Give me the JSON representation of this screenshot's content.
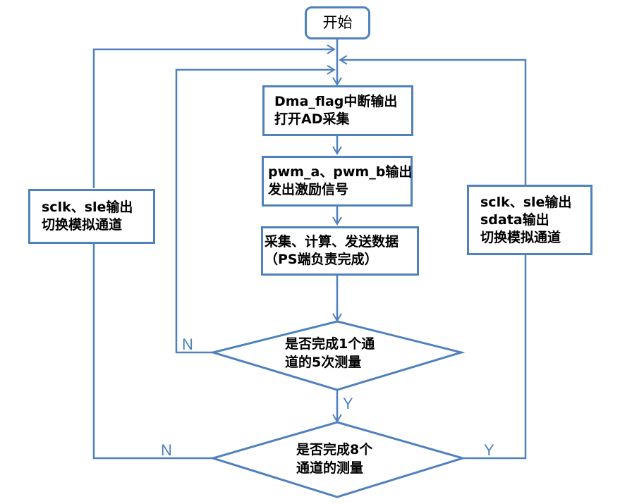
{
  "diagram": {
    "type": "flowchart",
    "line_color": "#4f81bd",
    "nodes": {
      "start": {
        "kind": "terminal",
        "text": "开始"
      },
      "dma": {
        "kind": "process",
        "lines": [
          "Dma_flag中断输出",
          "打开AD采集"
        ]
      },
      "pwm": {
        "kind": "process",
        "lines": [
          "pwm_a、pwm_b输出",
          "发出激励信号"
        ]
      },
      "collect": {
        "kind": "process",
        "lines": [
          "采集、计算、发送数据",
          "（PS端负责完成）"
        ]
      },
      "decision1": {
        "kind": "decision",
        "lines": [
          "是否完成1个通",
          "道的5次测量"
        ]
      },
      "decision2": {
        "kind": "decision",
        "lines": [
          "是否完成8个",
          "通道的测量"
        ]
      },
      "left_switch": {
        "kind": "process",
        "lines": [
          "sclk、sle输出",
          "切换模拟通道"
        ]
      },
      "right_switch": {
        "kind": "process",
        "lines": [
          "sclk、sle输出",
          "sdata输出",
          "切换模拟通道"
        ]
      }
    },
    "edge_labels": {
      "d1_no": "N",
      "d1_yes": "Y",
      "d2_no": "N",
      "d2_yes": "Y"
    },
    "edges": [
      {
        "from": "start",
        "to": "dma"
      },
      {
        "from": "dma",
        "to": "pwm"
      },
      {
        "from": "pwm",
        "to": "collect"
      },
      {
        "from": "collect",
        "to": "decision1"
      },
      {
        "from": "decision1",
        "to": "dma",
        "label": "N"
      },
      {
        "from": "decision1",
        "to": "decision2",
        "label": "Y"
      },
      {
        "from": "decision2",
        "to": "left_switch",
        "label": "N"
      },
      {
        "from": "left_switch",
        "to": "dma"
      },
      {
        "from": "decision2",
        "to": "right_switch",
        "label": "Y"
      },
      {
        "from": "right_switch",
        "to": "dma"
      }
    ]
  }
}
